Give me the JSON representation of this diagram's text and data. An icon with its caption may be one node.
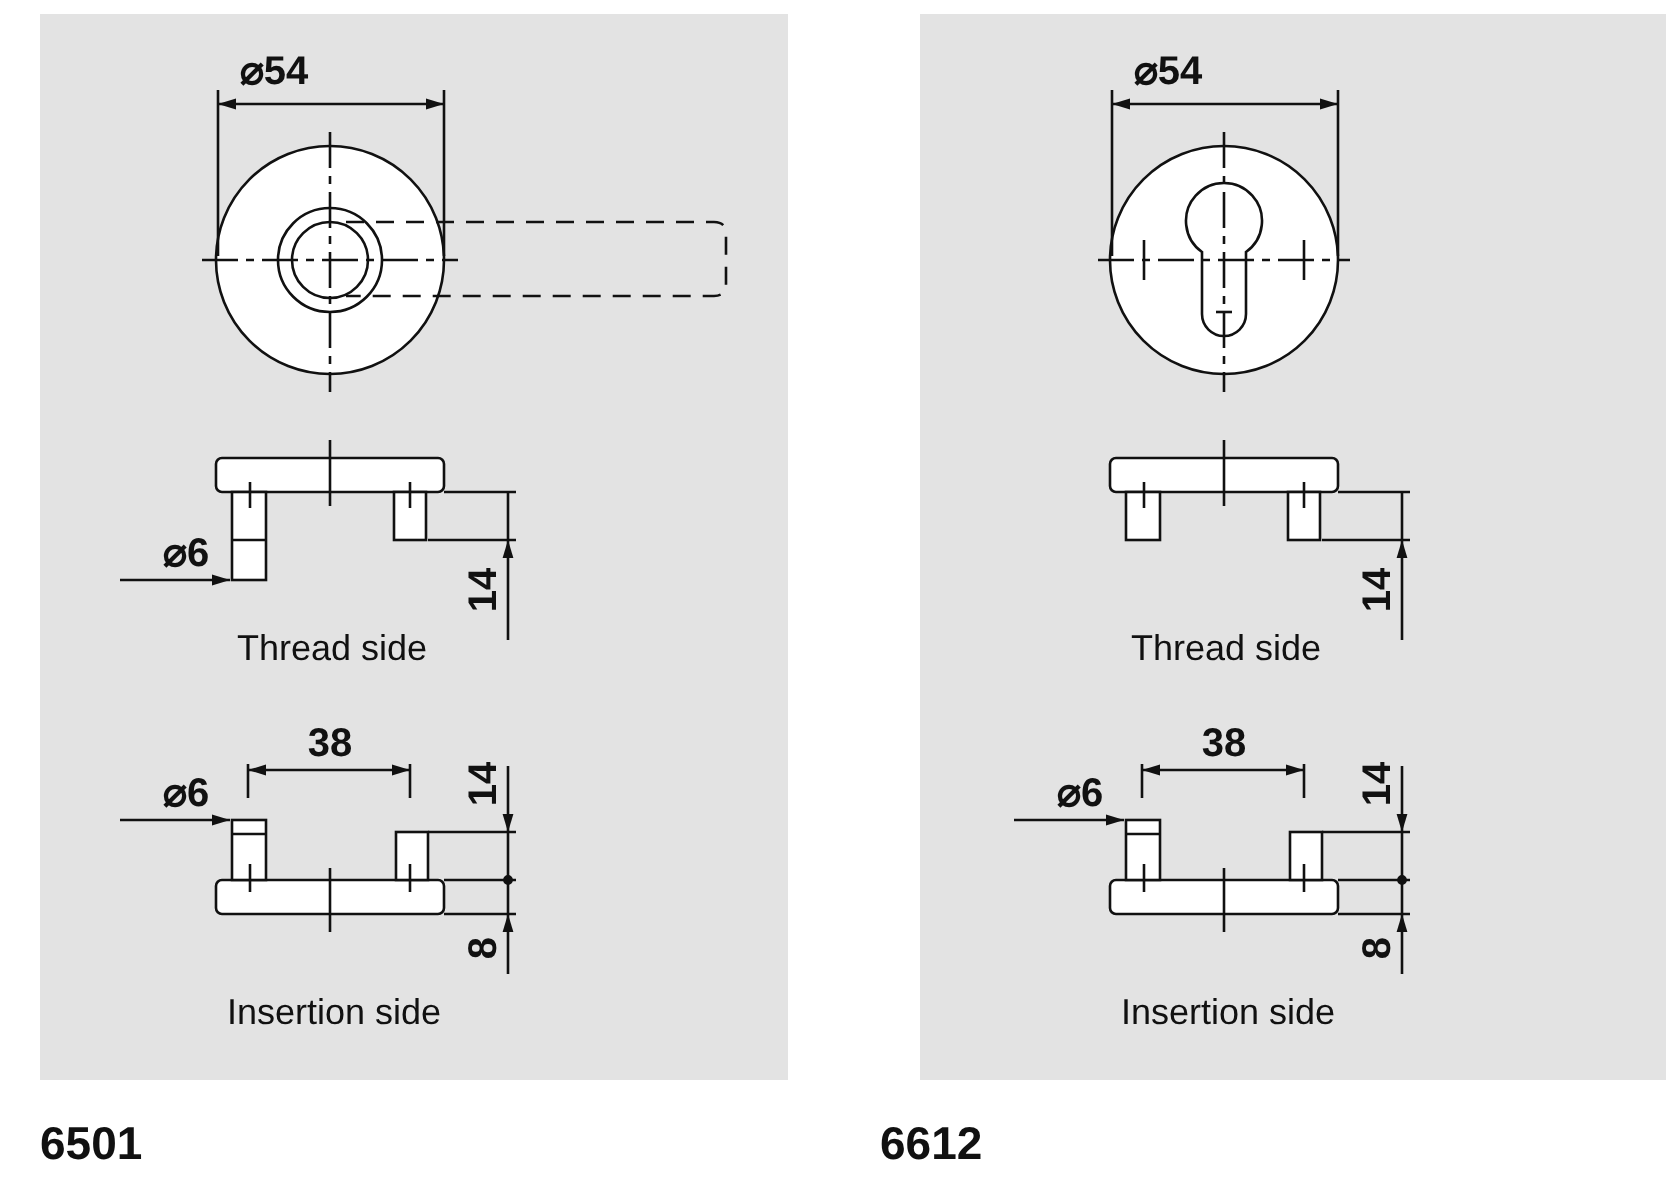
{
  "diagram": {
    "labels": [
      "⌀54",
      "⌀6",
      "14",
      "Thread side",
      "38",
      "⌀6",
      "14",
      "8",
      "Insertion side",
      "6501",
      "⌀54",
      "14",
      "Thread side",
      "38",
      "⌀6",
      "14",
      "8",
      "Insertion side",
      "6612"
    ]
  }
}
